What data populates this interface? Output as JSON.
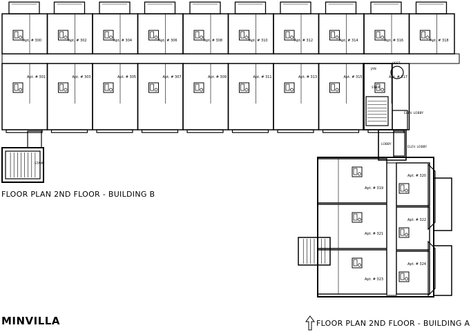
{
  "titles": {
    "building_b": "FLOOR PLAN 2ND FLOOR - BUILDING B",
    "building_a": "FLOOR PLAN 2ND FLOOR - BUILDING A",
    "brand": "MINVILLA"
  },
  "building_b": {
    "apartments_top": [
      "Apt. # 300",
      "Apt. # 302",
      "Apt. # 304",
      "Apt. # 306",
      "Apt. # 308",
      "Apt. # 310",
      "Apt. # 312",
      "Apt. # 314",
      "Apt. # 316",
      "Apt. # 318"
    ],
    "apartments_bottom": [
      "Apt. # 301",
      "Apt. # 303",
      "Apt. # 305",
      "Apt. # 307",
      "Apt. # 309",
      "Apt. # 311",
      "Apt. # 313",
      "Apt. # 315",
      "Apt. # 317"
    ],
    "rooms": {
      "jan": "JAN",
      "vest": "VEST.",
      "stair": "STAIR",
      "elev_lobby": "ELEV. LOBBY",
      "stair_left": "STAIR"
    }
  },
  "building_a": {
    "apartments_left": [
      "Apt. # 319",
      "Apt. # 321",
      "Apt. # 323"
    ],
    "apartments_right": [
      "Apt. # 320",
      "Apt. # 322",
      "Apt. # 324"
    ],
    "rooms": {
      "lobby": "LOBBY",
      "elev_lobby": "ELEV. LOBBY"
    }
  }
}
